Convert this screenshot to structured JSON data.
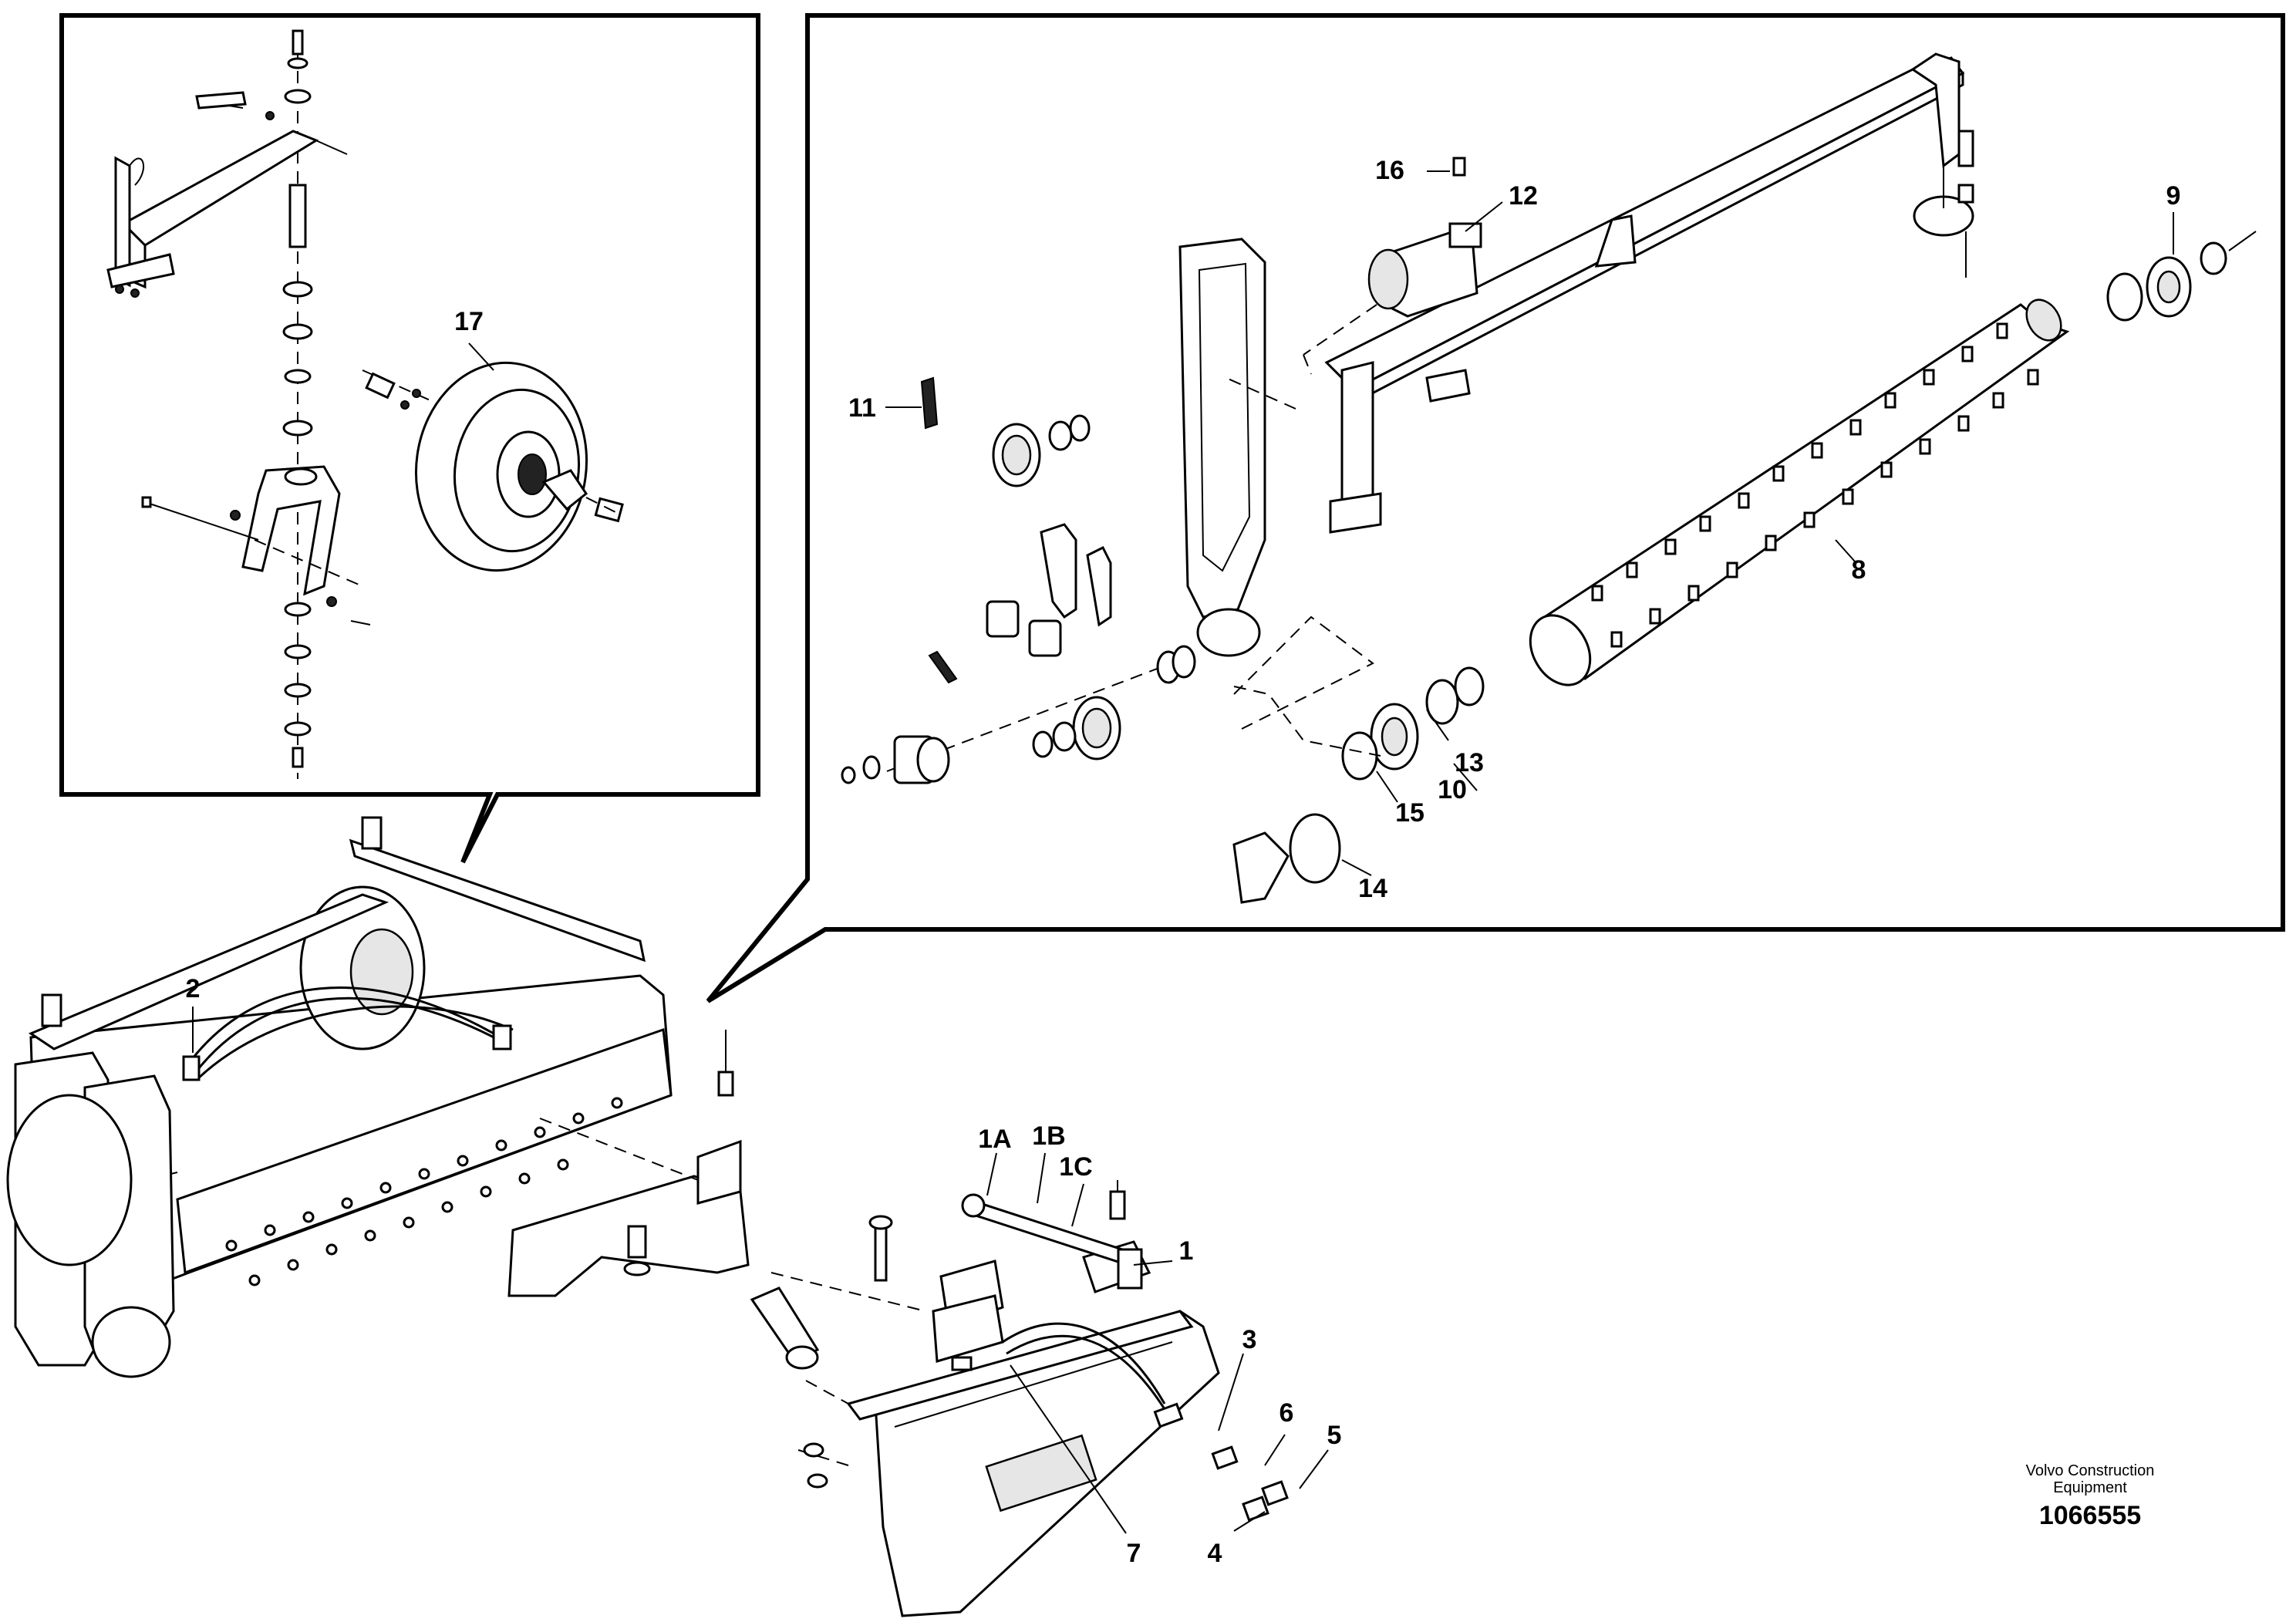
{
  "callouts": {
    "c1": "1",
    "c1A": "1A",
    "c1B": "1B",
    "c1C": "1C",
    "c2": "2",
    "c3": "3",
    "c4": "4",
    "c5": "5",
    "c6": "6",
    "c7": "7",
    "c8": "8",
    "c9": "9",
    "c10": "10",
    "c11": "11",
    "c12": "12",
    "c13": "13",
    "c14": "14",
    "c15": "15",
    "c16": "16",
    "c17": "17"
  },
  "footer": {
    "company_line1": "Volvo Construction",
    "company_line2": "Equipment",
    "document_number": "1066555"
  },
  "colors": {
    "line": "#000000",
    "background": "#ffffff"
  }
}
